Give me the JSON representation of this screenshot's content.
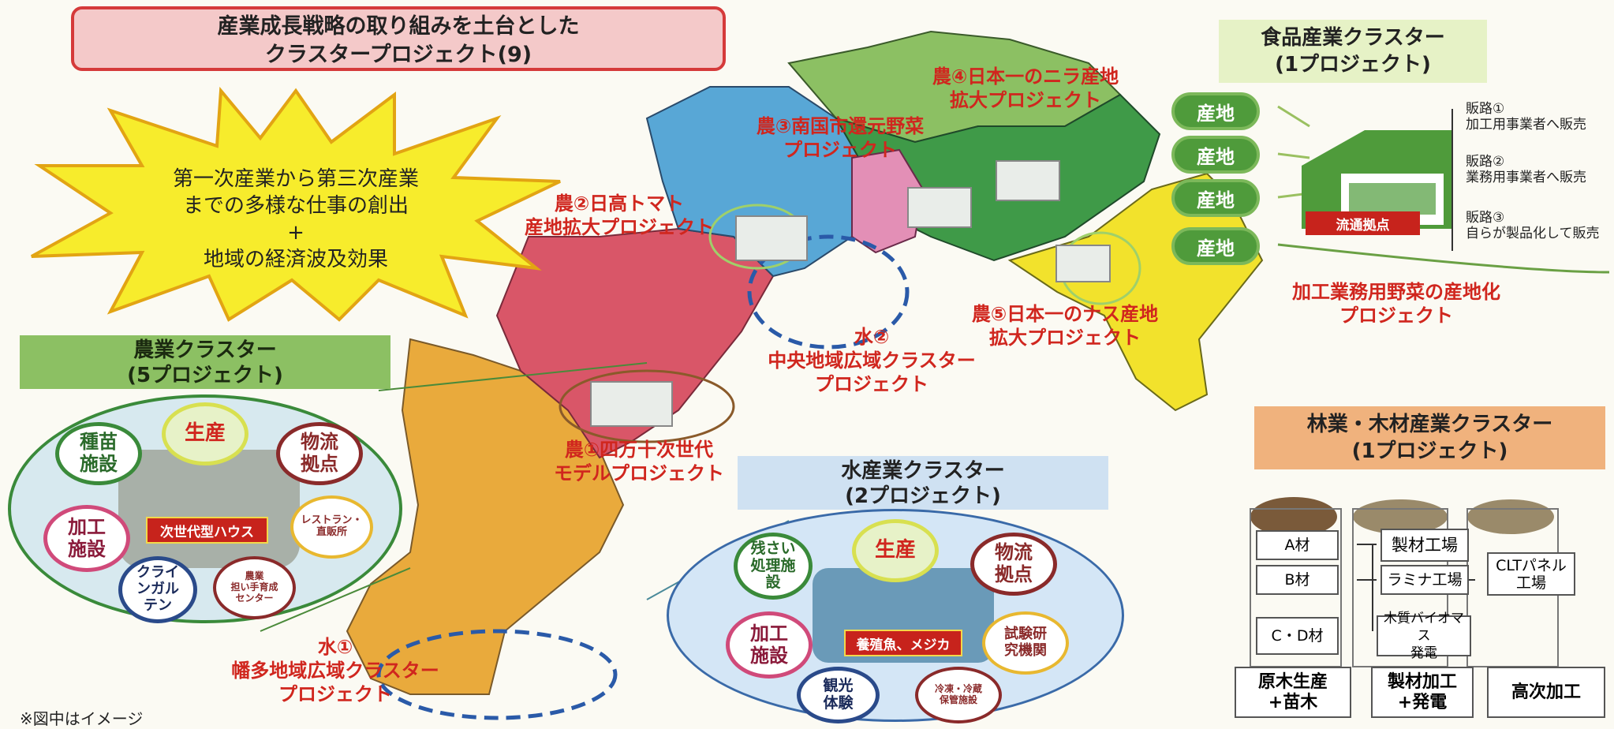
{
  "title": {
    "line1": "産業成長戦略の取り組みを土台とした",
    "line2": "クラスタープロジェクト(9)"
  },
  "burst": {
    "line1": "第一次産業から第三次産業",
    "line2": "までの多様な仕事の創出",
    "line3": "+",
    "line4": "地域の経済波及効果"
  },
  "agri": {
    "head1": "農業クラスター",
    "head2": "(5プロジェクト)",
    "seed": "種苗\n施設",
    "prod": "生産",
    "logi": "物流\n拠点",
    "proc": "加工\n施設",
    "rest": "レストラン・\n直販所",
    "klein": "クライ\nンガル\nテン",
    "edu": "農業\n担い手育成\nセンター",
    "house": "次世代型ハウス"
  },
  "projects": {
    "p1": "農①四万十次世代\nモデルプロジェクト",
    "p2": "農②日高トマト\n産地拡大プロジェクト",
    "p3": "農③南国市還元野菜\nプロジェクト",
    "p4": "農④日本一のニラ産地\n拡大プロジェクト",
    "p5": "農⑤日本一のナス産地\n拡大プロジェクト",
    "w1": "水①\n幡多地域広域クラスター\nプロジェクト",
    "w2": "水②\n中央地域広域クラスター\nプロジェクト",
    "veg": "加工業務用野菜の産地化\nプロジェクト"
  },
  "fish": {
    "head1": "水産業クラスター",
    "head2": "(2プロジェクト)",
    "residue": "残さい\n処理施\n設",
    "prod": "生産",
    "logi": "物流\n拠点",
    "proc": "加工\n施設",
    "lab": "試験研\n究機関",
    "tour": "観光\n体験",
    "cold": "冷凍・冷蔵\n保管施設",
    "aqua": "養殖魚、メジカ"
  },
  "food": {
    "head1": "食品産業クラスター",
    "head2": "(1プロジェクト)",
    "sanchi": [
      "産地",
      "産地",
      "産地",
      "産地"
    ],
    "hub": "流通拠点",
    "routes": [
      {
        "label": "販路①",
        "text": "加工用事業者へ販売"
      },
      {
        "label": "販路②",
        "text": "業務用事業者へ販売"
      },
      {
        "label": "販路③",
        "text": "自らが製品化して販売"
      }
    ]
  },
  "wood": {
    "head1": "林業・木材産業クラスター",
    "head2": "(1プロジェクト)",
    "a": "A材",
    "b": "B材",
    "cd": "C・D材",
    "mill": "製材工場",
    "lamina": "ラミナ工場",
    "biomass": "木質バイオマス\n発電",
    "clt": "CLTパネル\n工場",
    "foot1": "原木生産\n+苗木",
    "foot2": "製材加工\n+発電",
    "foot3": "高次加工"
  },
  "footnote": "※図中はイメージ",
  "colors": {
    "shimanto": "#e9aa3c",
    "hidaka": "#d95668",
    "nankoku": "#58a7d6",
    "nira": "#3f9a48",
    "nasu": "#f2e22c",
    "pink": "#e38fb6"
  }
}
